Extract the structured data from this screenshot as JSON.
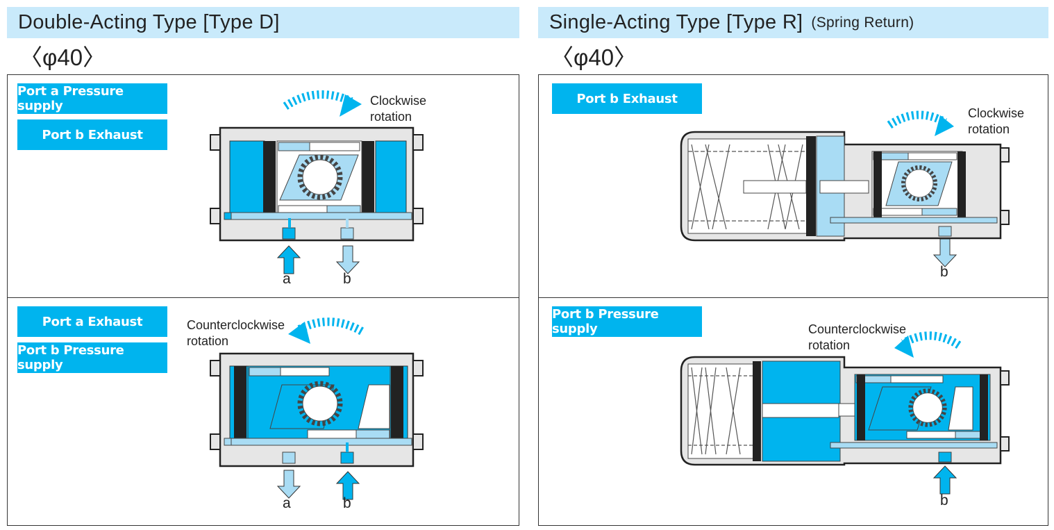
{
  "colors": {
    "accent": "#00b4ee",
    "header_bg": "#c9eafb",
    "light_blue": "#a9dcf4"
  },
  "double": {
    "title": "Double-Acting Type [Type D]",
    "size": "〈φ40〉",
    "top": {
      "label1": "Port a Pressure supply",
      "label2": "Port b Exhaust",
      "rotation": "Clockwise rotation",
      "port_a": "a",
      "port_b": "b"
    },
    "bottom": {
      "label1": "Port a Exhaust",
      "label2": "Port b Pressure supply",
      "rotation": "Counterclockwise rotation",
      "port_a": "a",
      "port_b": "b"
    }
  },
  "single": {
    "title": "Single-Acting Type [Type R]",
    "subtitle": "(Spring Return)",
    "size": "〈φ40〉",
    "top": {
      "label1": "Port b Exhaust",
      "rotation": "Clockwise rotation",
      "port_b": "b"
    },
    "bottom": {
      "label1": "Port b Pressure supply",
      "rotation": "Counterclockwise rotation",
      "port_b": "b"
    }
  }
}
